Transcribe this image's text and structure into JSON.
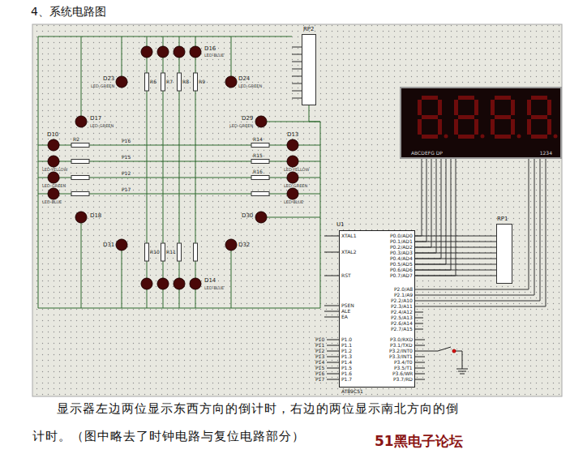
{
  "diagram": {
    "title": "4、系统电路图",
    "caption": "显示器左边两位显示东西方向的倒计时，右边的两位显示南北方向的倒计时。（图中略去了时钟电路与复位电路部分）",
    "nodes": [
      {
        "text": [
          "RP2"
        ]
      },
      {
        "text": [
          "ABCDEFG DP",
          "1234"
        ]
      },
      {
        "text": [
          "RP1"
        ]
      },
      {
        "text": [
          "U1",
          "AT89C51"
        ]
      }
    ],
    "edges": [
      {
        "from": 1,
        "to": 3,
        "arrow": "none"
      },
      {
        "from": 1,
        "to": 3,
        "arrow": "none"
      },
      {
        "from": 2,
        "to": 3,
        "arrow": "none"
      }
    ],
    "labels": [
      "D16",
      "LED-BLUE",
      "D23",
      "LED-GREEN",
      "D24",
      "LED-GREEN",
      "D17",
      "LED-GREEN",
      "D29",
      "LED-GREEN",
      "D10",
      "D13",
      "LED-YELLOW",
      "LED-GREEN",
      "LED-BLUE",
      "LED-YELLOW",
      "LED-GREEN",
      "LED-BLUE",
      "D18",
      "D30",
      "D31",
      "D32",
      "D14",
      "LED-BLUE",
      "R6",
      "R7",
      "R8",
      "R9",
      "R10",
      "R11",
      "R2",
      "R14",
      "R15",
      "R16",
      "P16",
      "P15",
      "P12",
      "P17",
      "XTAL1",
      "XTAL2",
      "RST",
      "PSEN",
      "ALE",
      "EA",
      "P1.0",
      "P1.1",
      "P1.2",
      "P1.3",
      "P1.4",
      "P1.5",
      "P1.6",
      "P1.7",
      "P0.0/AD0",
      "P0.1/AD1",
      "P0.2/AD2",
      "P0.3/AD3",
      "P0.4/AD4",
      "P0.5/AD5",
      "P0.6/AD6",
      "P0.7/AD7",
      "P2.0/A8",
      "P2.1/A9",
      "P2.2/A10",
      "P2.3/A11",
      "P2.4/A12",
      "P2.5/A13",
      "P2.6/A14",
      "P2.7/A15",
      "P3.0/RXD",
      "P3.1/TXD",
      "P3.2/INT0",
      "P3.3/INT1",
      "P3.4/T0",
      "P3.5/T1",
      "P3.6/WR",
      "P3.7/RD",
      "P10",
      "P11",
      "P12",
      "P13",
      "P14",
      "P15",
      "P16",
      "P17",
      "51黑电子论坛"
    ]
  }
}
